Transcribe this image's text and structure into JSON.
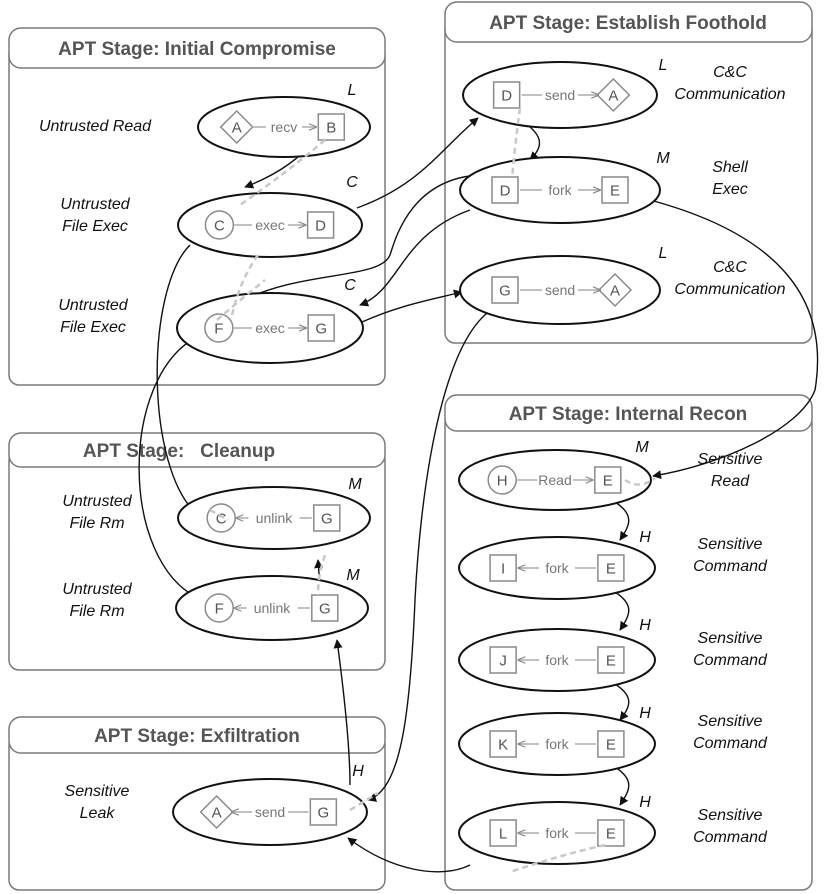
{
  "stages": {
    "initial": {
      "title": "APT Stage: Initial Compromise"
    },
    "foothold": {
      "title": "APT Stage: Establish Foothold"
    },
    "cleanup": {
      "title": "APT Stage:   Cleanup"
    },
    "recon": {
      "title": "APT Stage: Internal Recon"
    },
    "exfil": {
      "title": "APT Stage: Exfiltration"
    }
  },
  "events": [
    {
      "id": "ev-untrusted-read",
      "src": "A",
      "src_shape": "diamond",
      "label": "recv",
      "dir": "right",
      "dst": "B",
      "dst_shape": "square",
      "level": "L",
      "desc": [
        "Untrusted Read"
      ]
    },
    {
      "id": "ev-exec-1",
      "src": "C",
      "src_shape": "circle",
      "label": "exec",
      "dir": "right",
      "dst": "D",
      "dst_shape": "square",
      "level": "C",
      "desc": [
        "Untrusted",
        "File Exec"
      ]
    },
    {
      "id": "ev-exec-2",
      "src": "F",
      "src_shape": "circle",
      "label": "exec",
      "dir": "right",
      "dst": "G",
      "dst_shape": "square",
      "level": "C",
      "desc": [
        "Untrusted",
        "File Exec"
      ]
    },
    {
      "id": "ev-cc-1",
      "src": "D",
      "src_shape": "square",
      "label": "send",
      "dir": "right",
      "dst": "A",
      "dst_shape": "diamond",
      "level": "L",
      "desc": [
        "C&C",
        "Communication"
      ]
    },
    {
      "id": "ev-shell",
      "src": "D",
      "src_shape": "square",
      "label": "fork",
      "dir": "right",
      "dst": "E",
      "dst_shape": "square",
      "level": "M",
      "desc": [
        "Shell",
        "Exec"
      ]
    },
    {
      "id": "ev-cc-2",
      "src": "G",
      "src_shape": "square",
      "label": "send",
      "dir": "right",
      "dst": "A",
      "dst_shape": "diamond",
      "level": "L",
      "desc": [
        "C&C",
        "Communication"
      ]
    },
    {
      "id": "ev-rm-1",
      "src": "C",
      "src_shape": "circle",
      "label": "unlink",
      "dir": "left",
      "dst": "G",
      "dst_shape": "square",
      "level": "M",
      "desc": [
        "Untrusted",
        "File Rm"
      ]
    },
    {
      "id": "ev-rm-2",
      "src": "F",
      "src_shape": "circle",
      "label": "unlink",
      "dir": "left",
      "dst": "G",
      "dst_shape": "square",
      "level": "M",
      "desc": [
        "Untrusted",
        "File Rm"
      ]
    },
    {
      "id": "ev-sensitive-read",
      "src": "H",
      "src_shape": "circle",
      "label": "Read",
      "dir": "right",
      "dst": "E",
      "dst_shape": "square",
      "level": "M",
      "desc": [
        "Sensitive",
        "Read"
      ]
    },
    {
      "id": "ev-cmd-1",
      "src": "I",
      "src_shape": "square",
      "label": "fork",
      "dir": "left",
      "dst": "E",
      "dst_shape": "square",
      "level": "H",
      "desc": [
        "Sensitive",
        "Command"
      ]
    },
    {
      "id": "ev-cmd-2",
      "src": "J",
      "src_shape": "square",
      "label": "fork",
      "dir": "left",
      "dst": "E",
      "dst_shape": "square",
      "level": "H",
      "desc": [
        "Sensitive",
        "Command"
      ]
    },
    {
      "id": "ev-cmd-3",
      "src": "K",
      "src_shape": "square",
      "label": "fork",
      "dir": "left",
      "dst": "E",
      "dst_shape": "square",
      "level": "H",
      "desc": [
        "Sensitive",
        "Command"
      ]
    },
    {
      "id": "ev-cmd-4",
      "src": "L",
      "src_shape": "square",
      "label": "fork",
      "dir": "left",
      "dst": "E",
      "dst_shape": "square",
      "level": "H",
      "desc": [
        "Sensitive",
        "Command"
      ]
    },
    {
      "id": "ev-leak",
      "src": "A",
      "src_shape": "diamond",
      "label": "send",
      "dir": "left",
      "dst": "G",
      "dst_shape": "square",
      "level": "H",
      "desc": [
        "Sensitive",
        "Leak"
      ]
    }
  ]
}
